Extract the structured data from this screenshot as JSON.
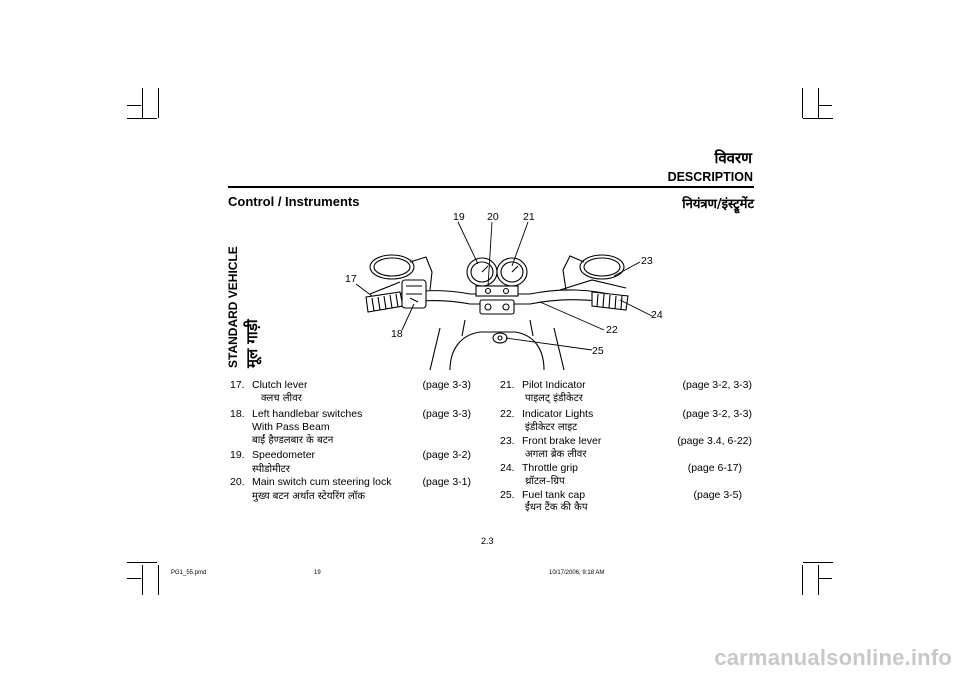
{
  "header": {
    "title_hi": "विवरण",
    "title_en": "DESCRIPTION"
  },
  "section": {
    "title_en": "Control / Instruments",
    "title_hi": "नियंत्रण/इंस्ट्रूमेंट"
  },
  "side_label": {
    "en": "STANDARD VEHICLE",
    "hi": "मूल गाड़ी"
  },
  "callouts": [
    "17",
    "18",
    "19",
    "20",
    "21",
    "22",
    "23",
    "24",
    "25"
  ],
  "items_left": [
    {
      "num": "17.",
      "name": "Clutch lever",
      "page": "(page 3-3)",
      "sub": "क्लच लीवर",
      "sub2": ""
    },
    {
      "num": "18.",
      "name": "Left handlebar switches",
      "page": "(page 3-3)",
      "sub": "With Pass Beam",
      "sub2": "बाईं हैण्डलबार के बटन"
    },
    {
      "num": "19.",
      "name": "Speedometer",
      "page": "(page 3-2)",
      "sub": "स्पीडोमीटर",
      "sub2": ""
    },
    {
      "num": "20.",
      "name": "Main switch cum steering lock",
      "page": "(page 3-1)",
      "sub": "मुख्य बटन अर्थात स्टेयरिंग लॉक",
      "sub2": ""
    }
  ],
  "items_right": [
    {
      "num": "21.",
      "name": "Pilot Indicator",
      "page": "(page 3-2, 3-3)",
      "sub": "पाइलट् इंडीकेटर"
    },
    {
      "num": "22.",
      "name": "Indicator  Lights",
      "page": "(page 3-2, 3-3)",
      "sub": "इंडीकेटर लाइट"
    },
    {
      "num": "23.",
      "name": "Front brake lever",
      "page": "(page 3.4, 6-22)",
      "sub": "अगला ब्रेक लीवर"
    },
    {
      "num": "24.",
      "name": "Throttle grip",
      "page": "(page 6-17)",
      "sub": "थ्रॉटल–ग्रिप"
    },
    {
      "num": "25.",
      "name": "Fuel tank cap",
      "page": "(page 3-5)",
      "sub": "ईंधन टैंक की कैप"
    }
  ],
  "page_number": "2.3",
  "footer": {
    "file": "PG1_55.pmd",
    "page": "19",
    "date": "10/17/2006, 9:18 AM"
  },
  "watermark": "carmanualsonline.info"
}
